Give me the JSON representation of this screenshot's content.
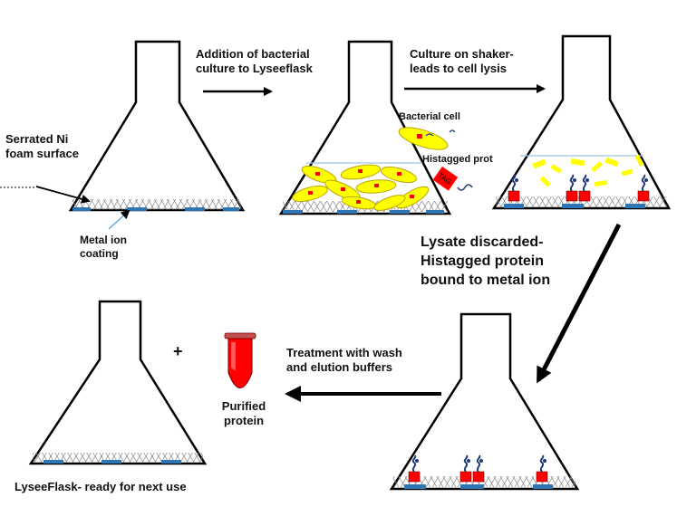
{
  "steps": {
    "step1_surface": [
      "Serrated Ni",
      "foam surface"
    ],
    "step1_coating": [
      "Metal ion",
      "coating"
    ],
    "add_culture": [
      "Addition of bacterial",
      "culture to Lyseeflask"
    ],
    "legend_cell": "Bacterial cell",
    "legend_prot": "Histagged prot",
    "tag": "TAG",
    "shaker": [
      "Culture on shaker-",
      "leads to  cell lysis"
    ],
    "lysate": [
      "Lysate discarded-",
      "Histagged protein",
      "bound to metal ion"
    ],
    "wash": [
      "Treatment with wash",
      "and elution buffers"
    ],
    "purified": [
      "Purified",
      "protein"
    ],
    "plus": "+",
    "ready": "LyseeFlask- ready for next use"
  },
  "colors": {
    "outline": "#000000",
    "metal_coating": "#2e75b6",
    "cell_fill": "#ffff00",
    "tag_red": "#ff0000",
    "protein_blue": "#1f3a7a",
    "pointer_blue": "#4f9ad6",
    "liquid_line": "#9fc5e8"
  }
}
